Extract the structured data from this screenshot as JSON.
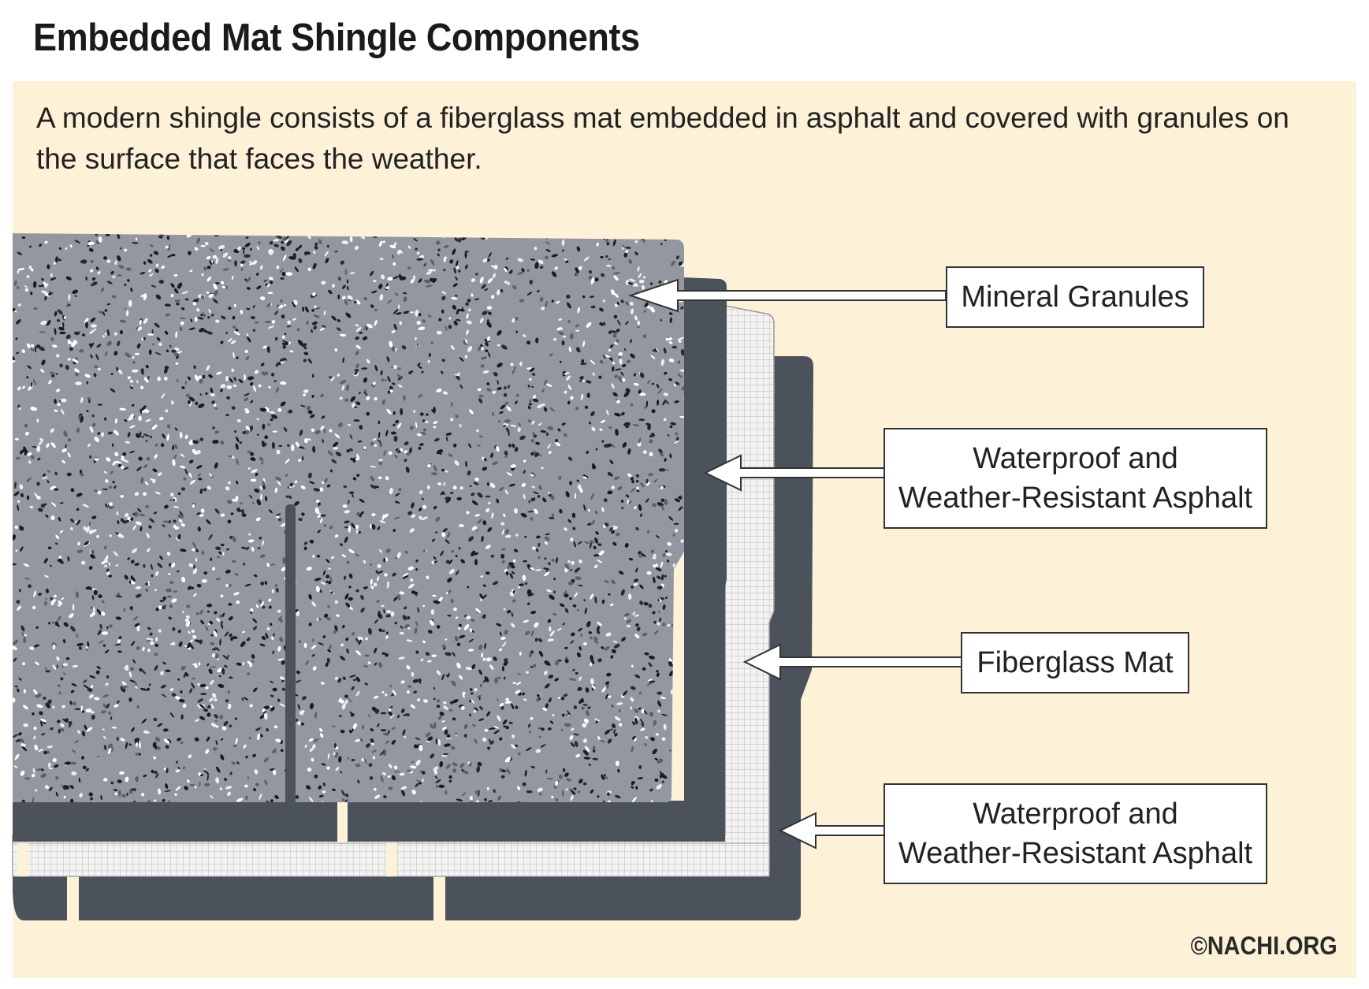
{
  "title": "Embedded Mat Shingle Components",
  "intro": "A modern shingle consists of a fiberglass mat embedded in asphalt and covered with granules on the surface that faces the weather.",
  "labels": {
    "mineral_granules": "Mineral Granules",
    "asphalt_top_line1": "Waterproof and",
    "asphalt_top_line2": "Weather-Resistant Asphalt",
    "fiberglass_mat": "Fiberglass Mat",
    "asphalt_bottom_line1": "Waterproof and",
    "asphalt_bottom_line2": "Weather-Resistant Asphalt"
  },
  "credit": "©NACHI.ORG",
  "colors": {
    "panel": "#fdf1d8",
    "granule_surface": "#9497a0",
    "asphalt": "#4b525b",
    "mat": "#f3f3f3",
    "mat_grid": "#c9c9c9"
  }
}
